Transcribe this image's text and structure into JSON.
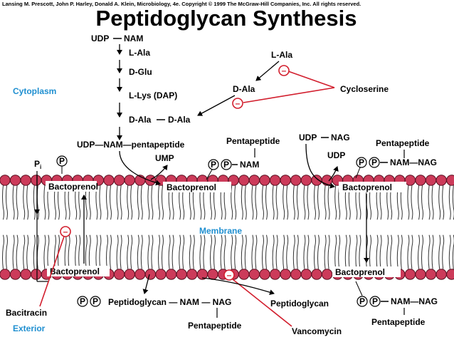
{
  "credit": "Lansing M. Prescott, John P. Harley, Donald A. Klein, Microbiology, 4e. Copyright © 1999 The McGraw-Hill Companies, Inc.  All rights reserved.",
  "title": "Peptidoglycan Synthesis",
  "regions": {
    "cytoplasm": "Cytoplasm",
    "membrane": "Membrane",
    "exterior": "Exterior"
  },
  "colors": {
    "lipid_head": "#cc3b5a",
    "region_label": "#1f8fd0",
    "inhibitor_line": "#d21e2d"
  },
  "pathway": {
    "udp_nam": "UDP",
    "nam": "NAM",
    "l_ala": "L-Ala",
    "d_glu": "D-Glu",
    "l_lys": "L-Lys (DAP)",
    "d_ala_1": "D-Ala",
    "d_ala_2": "D-Ala",
    "d_ala_dash": "–",
    "right_l_ala": "L-Ala",
    "right_d_ala": "D-Ala",
    "udp_nam_pentapeptide": "UDP—NAM—pentapeptide",
    "ump": "UMP",
    "pentapeptide_top": "Pentapeptide",
    "pp_nam": "NAM",
    "udp_nag_udp": "UDP",
    "udp_nag_nag": "NAG",
    "udp": "UDP",
    "pentapeptide_right": "Pentapeptide",
    "pp_nam_nag": "NAM—NAG",
    "pi": "P",
    "pi_sub": "i"
  },
  "membrane": {
    "bactoprenol_1": "Bactoprenol",
    "bactoprenol_2": "Bactoprenol",
    "bactoprenol_3": "Bactoprenol",
    "bactoprenol_4": "Bactoprenol",
    "bactoprenol_5": "Bactoprenol"
  },
  "exterior": {
    "peptidoglycan_chain": "Peptidoglycan — NAM — NAG",
    "pentapeptide_left": "Pentapeptide",
    "peptidoglycan": "Peptidoglycan",
    "pp_nam_nag": "NAM—NAG",
    "pentapeptide_right": "Pentapeptide"
  },
  "phosphate_symbol": "P",
  "inhibitors": {
    "cycloserine": "Cycloserine",
    "bacitracin": "Bacitracin",
    "vancomycin": "Vancomycin",
    "minus": "–"
  }
}
